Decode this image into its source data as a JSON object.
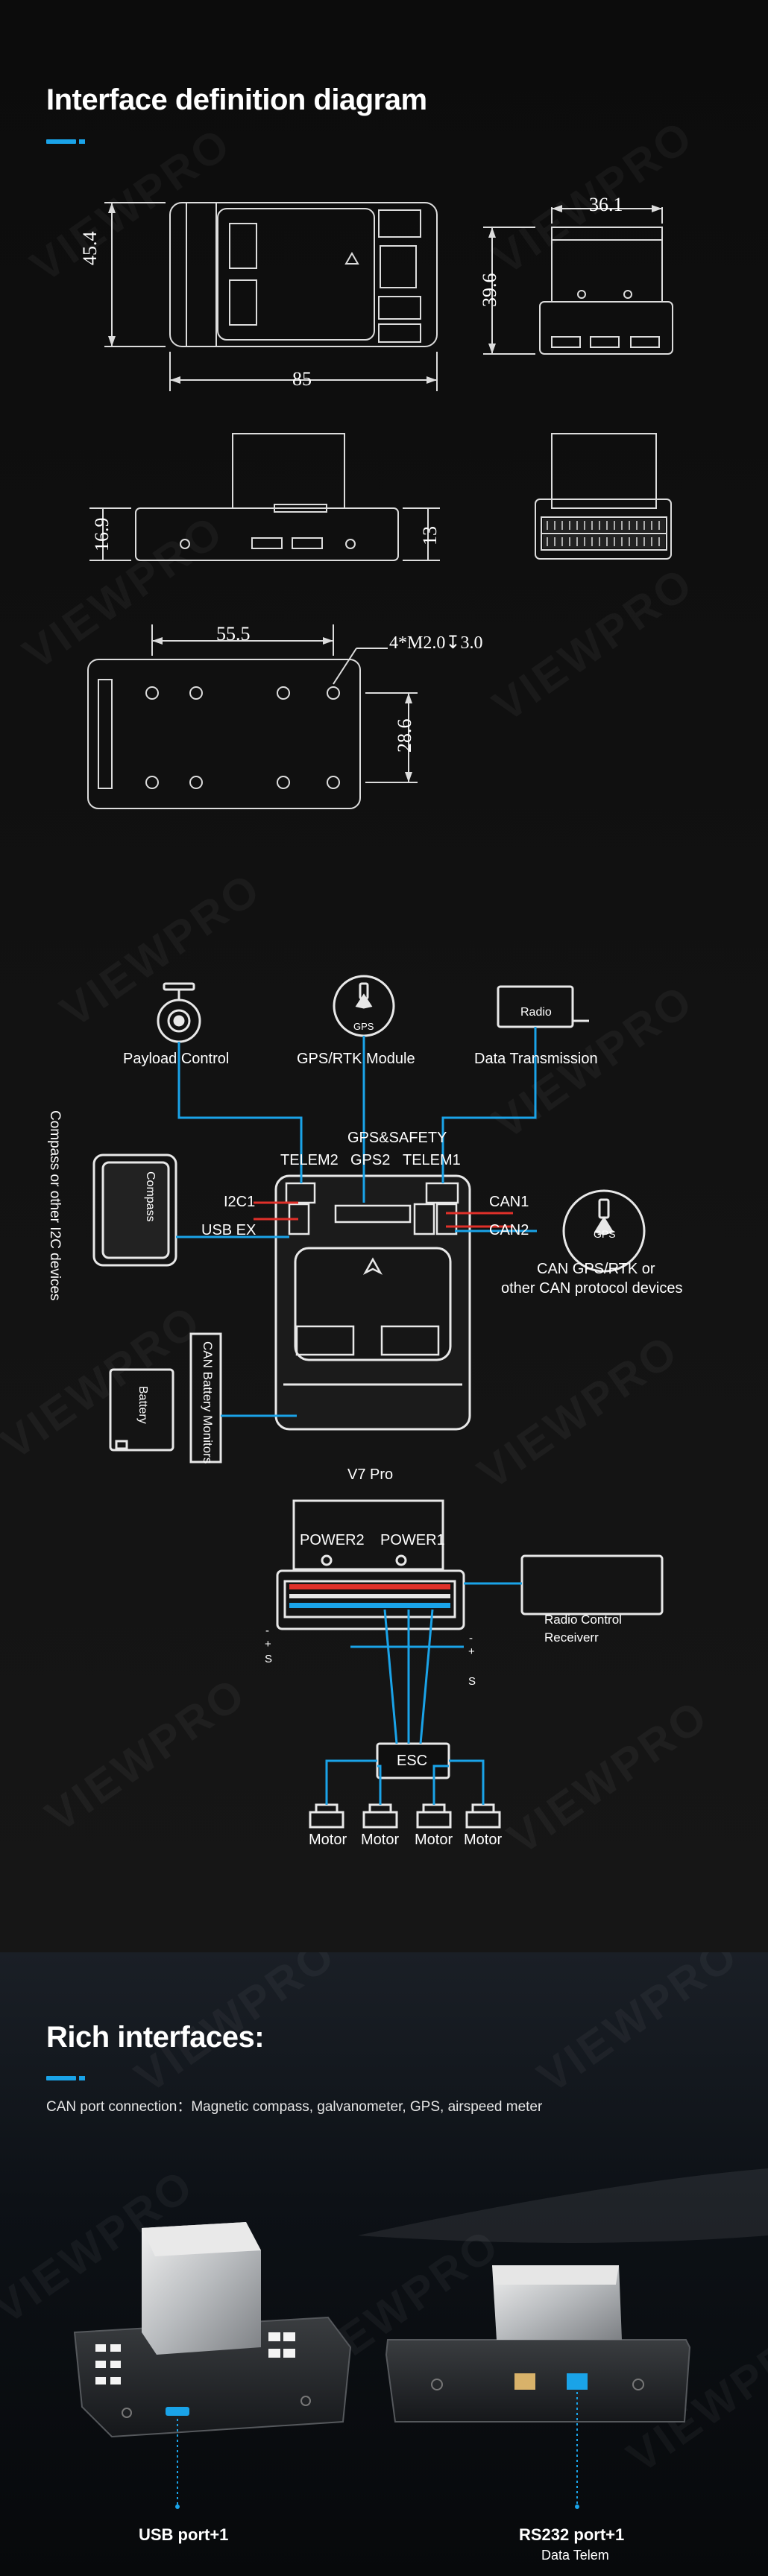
{
  "section1": {
    "title": "Interface definition diagram",
    "dims": {
      "top_width": "85",
      "top_height": "45.4",
      "side_width": "36.1",
      "side_height": "39.6",
      "front_height": "16.9",
      "front_small": "13",
      "bottom_width": "55.5",
      "bottom_height": "28.6",
      "holes": "4*M2.0↧3.0"
    },
    "wiring": {
      "payload_control": "Payload Control",
      "gps_rtk_module": "GPS/RTK Module",
      "data_transmission": "Data Transmission",
      "radio": "Radio",
      "gps_icon": "GPS",
      "compass_side": "Compass or other I2C devices",
      "compass": "Compass",
      "telem2": "TELEM2",
      "gps_safety": "GPS&SAFETY",
      "gps2": "GPS2",
      "telem1": "TELEM1",
      "i2c1": "I2C1",
      "usb_ex": "USB EX",
      "can1": "CAN1",
      "can2": "CAN2",
      "can_gps_line1": "CAN GPS/RTK or",
      "can_gps_line2": "other CAN protocol devices",
      "battery": "Battery",
      "can_battery_monitors": "CAN Battery Monitors",
      "model": "V7 Pro",
      "power2": "POWER2",
      "power1": "POWER1",
      "rc_receiver_line1": "Radio Control",
      "rc_receiver_line2": "Receiverr",
      "esc": "ESC",
      "motors": [
        "Motor",
        "Motor",
        "Motor",
        "Motor"
      ],
      "pin_s": "S",
      "pin_plus": "+",
      "pin_minus": "-"
    }
  },
  "section2": {
    "title": "Rich interfaces:",
    "subtitle": "CAN port connection：Magnetic compass, galvanometer, GPS, airspeed meter",
    "usb_port": "USB port+1",
    "rs232_port": "RS232 port+1",
    "rs232_sub": "Data Telem"
  },
  "watermark": "VIEWPRO",
  "colors": {
    "accent": "#1aa3e8",
    "wire_red": "#e0302a",
    "wire_blue": "#1aa3e8"
  }
}
